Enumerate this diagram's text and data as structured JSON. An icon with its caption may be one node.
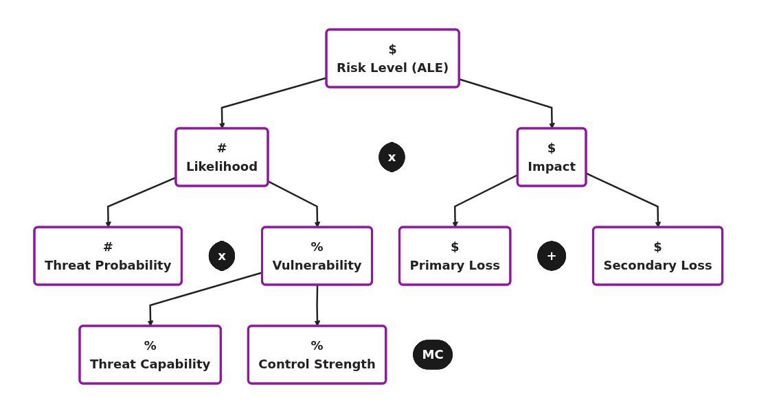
{
  "diagram": {
    "nodes": [
      {
        "text": [
          "$",
          "Risk Level (ALE)"
        ]
      },
      {
        "text": [
          "#",
          "Likelihood"
        ]
      },
      {
        "text": [
          "x"
        ]
      },
      {
        "text": [
          "$",
          "Impact"
        ]
      },
      {
        "text": [
          "#",
          "Threat Probability"
        ]
      },
      {
        "text": [
          "x"
        ]
      },
      {
        "text": [
          "%",
          "Vulnerability"
        ]
      },
      {
        "text": [
          "$",
          "Primary Loss"
        ]
      },
      {
        "text": [
          "+"
        ]
      },
      {
        "text": [
          "$",
          "Secondary Loss"
        ]
      },
      {
        "text": [
          "%",
          "Threat Capability"
        ]
      },
      {
        "text": [
          "MC"
        ]
      },
      {
        "text": [
          "%",
          "Control Strength"
        ]
      }
    ],
    "edges": [
      {
        "from": 0,
        "to": 1,
        "arrow": "to"
      },
      {
        "from": 0,
        "to": 3,
        "arrow": "to"
      },
      {
        "from": 1,
        "to": 4,
        "arrow": "to"
      },
      {
        "from": 1,
        "to": 6,
        "arrow": "to"
      },
      {
        "from": 3,
        "to": 7,
        "arrow": "to"
      },
      {
        "from": 3,
        "to": 9,
        "arrow": "to"
      },
      {
        "from": 6,
        "to": 10,
        "arrow": "to"
      },
      {
        "from": 6,
        "to": 12,
        "arrow": "to"
      }
    ]
  }
}
